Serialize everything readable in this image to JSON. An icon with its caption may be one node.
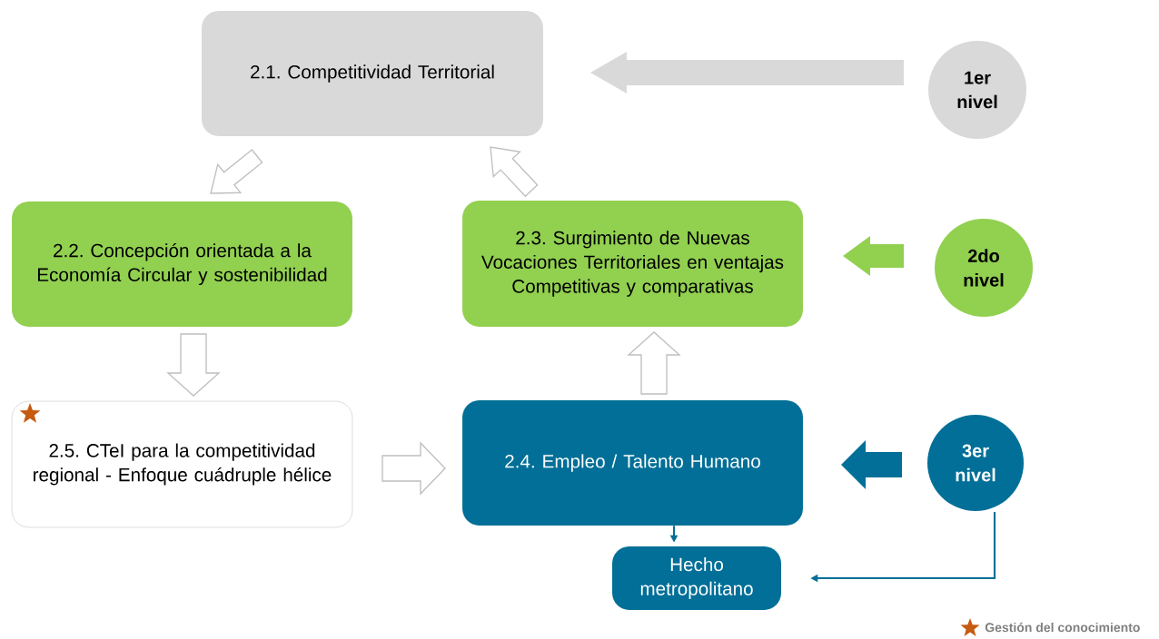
{
  "diagram": {
    "nodes": [
      {
        "text": [
          "2.1. Competitividad Territorial"
        ]
      },
      {
        "text": [
          "1er nivel"
        ]
      },
      {
        "text": [
          "2.2. Concepción orientada a la Economía Circular y sostenibilidad"
        ]
      },
      {
        "text": [
          "2.3. Surgimiento de Nuevas Vocaciones Territoriales en ventajas Competitivas y comparativas"
        ]
      },
      {
        "text": [
          "2do nivel"
        ]
      },
      {
        "text": [
          "2.5. CTeI para la competitividad regional - Enfoque cuádruple hélice"
        ]
      },
      {
        "text": [
          "2.4. Empleo / Talento Humano"
        ]
      },
      {
        "text": [
          "3er nivel"
        ]
      },
      {
        "text": [
          "Hecho metropolitano"
        ]
      }
    ],
    "edges": [
      {
        "from": 1,
        "to": 0,
        "arrow": "to",
        "style": "thick",
        "color": "#d9d9d9"
      },
      {
        "from": 0,
        "to": 2,
        "arrow": "to"
      },
      {
        "from": 3,
        "to": 0,
        "arrow": "to"
      },
      {
        "from": 4,
        "to": 3,
        "arrow": "to",
        "style": "thick",
        "color": "#92d050"
      },
      {
        "from": 2,
        "to": 5,
        "arrow": "to"
      },
      {
        "from": 5,
        "to": 6,
        "arrow": "to"
      },
      {
        "from": 6,
        "to": 3,
        "arrow": "to"
      },
      {
        "from": 7,
        "to": 6,
        "arrow": "to",
        "style": "thick",
        "color": "#016f97"
      },
      {
        "from": 6,
        "to": 8,
        "arrow": "to",
        "color": "#016f97"
      },
      {
        "from": 7,
        "to": 8,
        "arrow": "to",
        "color": "#016f97"
      }
    ],
    "legend": [
      {
        "text": "Gestión del conocimiento"
      }
    ]
  }
}
